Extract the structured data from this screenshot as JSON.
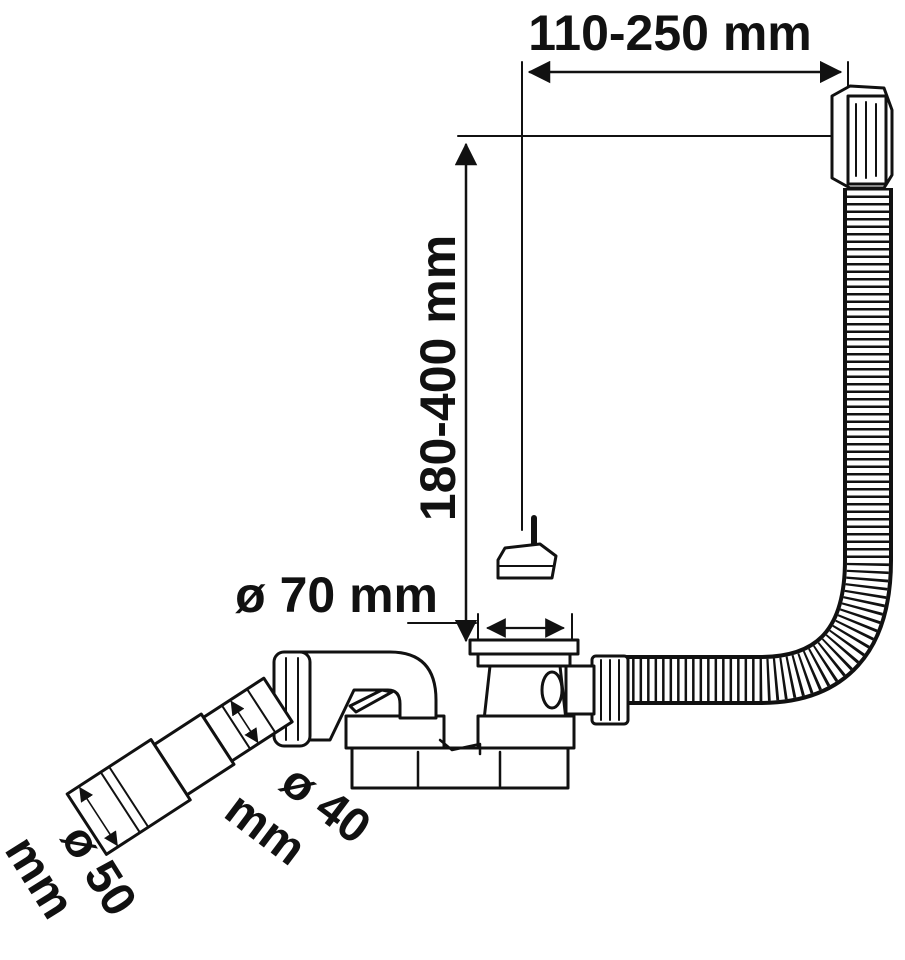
{
  "dimensions": {
    "overflow_reach": "110-250 mm",
    "overflow_height": "180-400 mm",
    "drain_diameter": "ø 70 mm",
    "outlet_small_symbol": "ø 40",
    "outlet_small_unit": "mm",
    "outlet_large_symbol": "ø 50",
    "outlet_large_unit": "mm"
  },
  "colors": {
    "line": "#111111",
    "background": "#ffffff"
  }
}
